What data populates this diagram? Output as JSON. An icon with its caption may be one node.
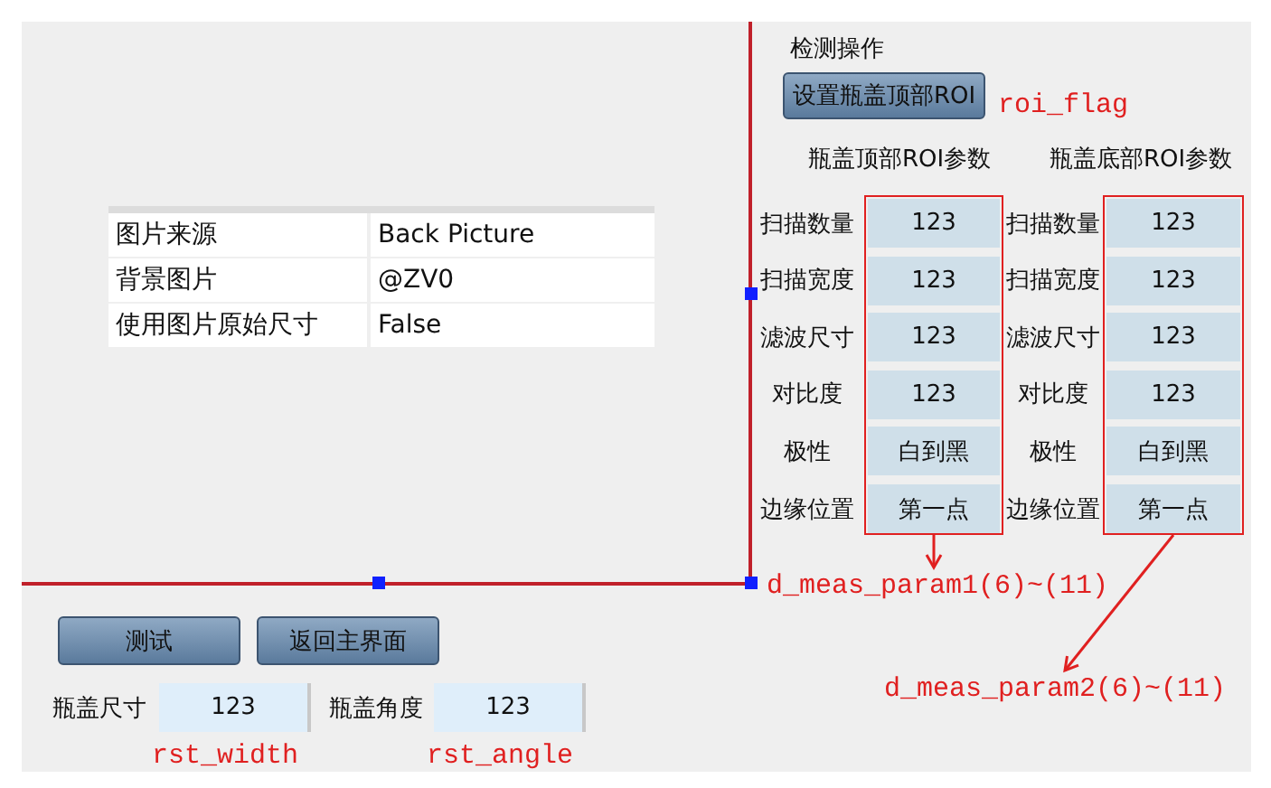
{
  "diagram": {
    "nodes": [
      {
        "text": [],
        "shape": "box"
      },
      {
        "text": [],
        "shape": "box"
      },
      {
        "text": [
          "d_meas_param1(6)~(11)"
        ]
      },
      {
        "text": [
          "d_meas_param2(6)~(11)"
        ]
      }
    ],
    "edges": [
      {
        "from": 0,
        "to": 2,
        "arrow": "to"
      },
      {
        "from": 1,
        "to": 3,
        "arrow": "to"
      }
    ],
    "labels": [
      "检测操作",
      "设置瓶盖顶部ROI",
      "roi_flag",
      "瓶盖顶部ROI参数",
      "瓶盖底部ROI参数",
      "扫描数量",
      "123",
      "扫描数量",
      "123",
      "扫描宽度",
      "123",
      "扫描宽度",
      "123",
      "滤波尺寸",
      "123",
      "滤波尺寸",
      "123",
      "对比度",
      "123",
      "对比度",
      "123",
      "极性",
      "白到黑",
      "极性",
      "白到黑",
      "边缘位置",
      "第一点",
      "边缘位置",
      "第一点",
      "图片来源",
      "Back Picture",
      "背景图片",
      "@ZV0",
      "使用图片原始尺寸",
      "False",
      "测试",
      "返回主界面",
      "瓶盖尺寸",
      "123",
      "瓶盖角度",
      "123",
      "rst_width",
      "rst_angle"
    ]
  }
}
